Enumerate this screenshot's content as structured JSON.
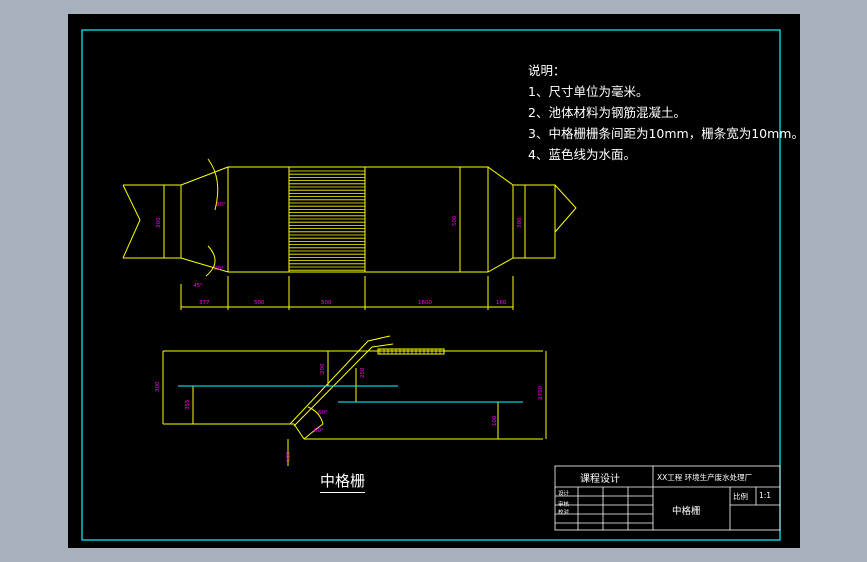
{
  "notes": {
    "title": "说明：",
    "items": [
      "1、尺寸单位为毫米。",
      "2、池体材料为钢筋混凝土。",
      "3、中格栅栅条间距为10mm，栅条宽为10mm。",
      "4、蓝色线为水面。"
    ]
  },
  "caption": "中格栅",
  "title_block": {
    "course": "课程设计",
    "project": "XX工程 环境生产废水处理厂",
    "drawing_name": "中格栅",
    "scale_label": "比例",
    "scale_value": "1:1",
    "rows": [
      "设计",
      "审核",
      "校对"
    ]
  },
  "dimensions": {
    "plan_bottom": [
      "377",
      "500",
      "500",
      "1600",
      "160"
    ],
    "plan_vertical": [
      "300",
      "500",
      "300"
    ],
    "plan_angles": [
      "30°",
      "30°",
      "45°"
    ],
    "section": [
      "300",
      "355",
      "200",
      "250",
      "100",
      "2750",
      "60°",
      "60°",
      "100"
    ]
  },
  "colors": {
    "frame": "#00ffff",
    "lines": "#ffff00",
    "water": "#00ffff",
    "dimension_text": "#ff00ff",
    "background": "#000000"
  }
}
